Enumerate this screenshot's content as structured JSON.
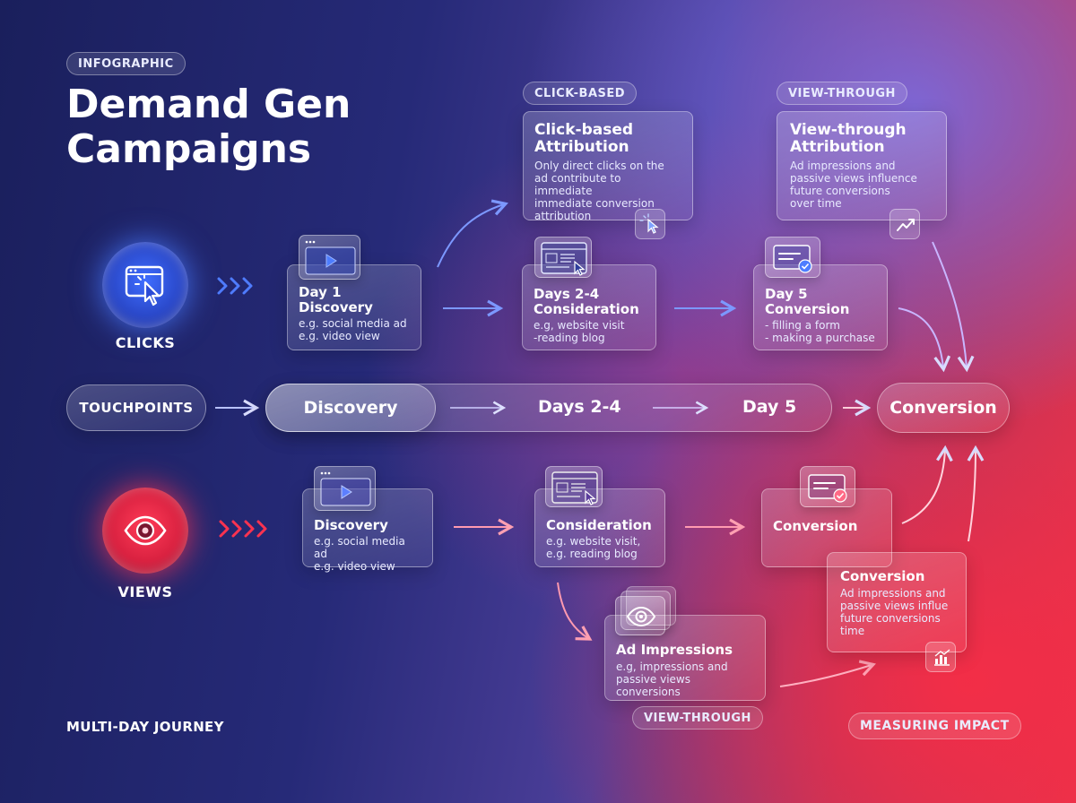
{
  "header": {
    "tag": "INFOGRAPHIC",
    "title_line1": "Demand Gen",
    "title_line2": "Campaigns"
  },
  "attribution": {
    "click_tag": "CLICK-BASED",
    "click_title_line1": "Click-based",
    "click_title_line2": "Attribution",
    "click_desc": [
      "Only direct clicks on the",
      "ad contribute to immediate",
      "immediate conversion",
      "attribution"
    ],
    "view_tag": "VIEW-THROUGH",
    "view_title_line1": "View-through",
    "view_title_line2": "Attribution",
    "view_desc": [
      "Ad impressions and",
      "passive views influence",
      "future conversions",
      "over time"
    ]
  },
  "clicks_row": {
    "label": "CLICKS",
    "day1_title_line1": "Day 1",
    "day1_title_line2": "Discovery",
    "day1_desc": [
      "e.g. social media ad",
      "e.g. video view"
    ],
    "days24_title_line1": "Days 2-4",
    "days24_title_line2": "Consideration",
    "days24_desc": [
      "e.g, website visit",
      "-reading blog"
    ],
    "day5_title_line1": "Day 5",
    "day5_title_line2": "Conversion",
    "day5_desc": [
      "- filling a form",
      "- making a purchase"
    ]
  },
  "track": {
    "touchpoints": "TOUCHPOINTS",
    "discovery": "Discovery",
    "days24": "Days 2-4",
    "day5": "Day 5",
    "conversion": "Conversion"
  },
  "views_row": {
    "label": "VIEWS",
    "discovery_title": "Discovery",
    "discovery_desc": [
      "e.g. social media ad",
      "e.g. video view"
    ],
    "consideration_title": "Consideration",
    "consideration_desc": [
      "e.g. website visit,",
      "e.g. reading blog"
    ],
    "conversion_title": "Conversion",
    "conv2_title": "Conversion",
    "conv2_desc": [
      "Ad impressions and",
      "passive views influe",
      "future conversions",
      "time"
    ],
    "impressions_title": "Ad Impressions",
    "impressions_desc": [
      "e.g, impressions and",
      "passive views conversions"
    ],
    "view_through_tag": "VIEW-THROUGH"
  },
  "footer": {
    "journey": "MULTI-DAY JOURNEY",
    "impact": "MEASURING IMPACT"
  },
  "colors": {
    "clicks_blue": "#3a6cff",
    "views_red": "#ff2a4a",
    "arrow_blue": "#6f8fff",
    "arrow_pink": "#ff8aa0"
  },
  "icons": [
    "cursor-click-icon",
    "eye-icon",
    "video-play-icon",
    "browser-cursor-icon",
    "form-check-icon",
    "trend-up-icon",
    "bar-chart-icon"
  ]
}
